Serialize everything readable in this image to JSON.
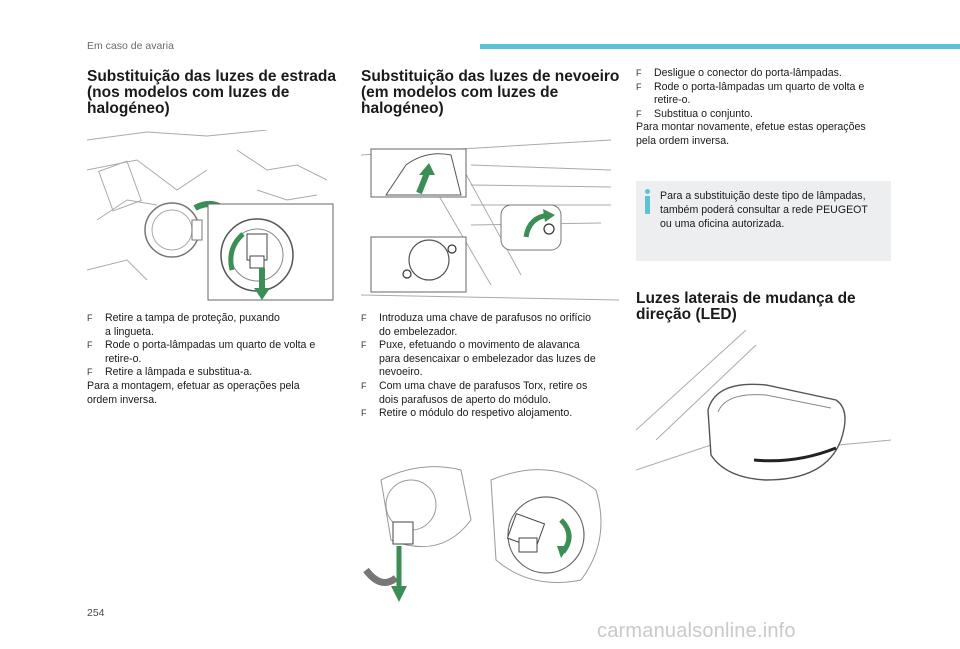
{
  "header": {
    "section": "Em caso de avaria",
    "accent": "#5bc3d8"
  },
  "col1": {
    "title_lines": [
      "Substituição das luzes de estrada",
      "(nos modelos com luzes de",
      "halogéneo)"
    ],
    "steps": [
      [
        "Retire a tampa de proteção, puxando",
        "a lingueta."
      ],
      [
        "Rode o porta-lâmpadas um quarto de volta e",
        "retire-o."
      ],
      [
        "Retire a lâmpada e substitua-a."
      ]
    ],
    "closing": [
      "Para a montagem, efetuar as operações pela",
      "ordem inversa."
    ]
  },
  "col2": {
    "title_lines": [
      "Substituição das luzes de nevoeiro",
      "(em modelos com luzes de",
      "halogéneo)"
    ],
    "steps": [
      [
        "Introduza uma chave de parafusos no orifício",
        "do embelezador."
      ],
      [
        "Puxe, efetuando o movimento de alavanca",
        "para desencaixar o embelezador das luzes de",
        "nevoeiro."
      ],
      [
        "Com uma chave de parafusos Torx, retire os",
        "dois parafusos de aperto do módulo."
      ],
      [
        "Retire o módulo do respetivo alojamento."
      ]
    ]
  },
  "col3": {
    "steps": [
      [
        "Desligue o conector do porta-lâmpadas."
      ],
      [
        "Rode o porta-lâmpadas um quarto de volta e",
        "retire-o."
      ],
      [
        "Substitua o conjunto."
      ]
    ],
    "closing": [
      "Para montar novamente, efetue estas operações",
      "pela ordem inversa."
    ],
    "info_lines": [
      "Para a substituição deste tipo de lâmpadas,",
      "também poderá consultar a rede PEUGEOT",
      "ou uma oficina autorizada."
    ],
    "title2_lines": [
      "Luzes laterais de mudança de",
      "direção (LED)"
    ]
  },
  "bullet_icon": "checkbox-bullet-icon",
  "bullet_glyph": "F",
  "icons": [
    "info-icon",
    "rotate-arrow-icon",
    "pull-arrow-icon"
  ],
  "footer": {
    "page_number": "254",
    "watermark": "carmanualsonline.info"
  }
}
